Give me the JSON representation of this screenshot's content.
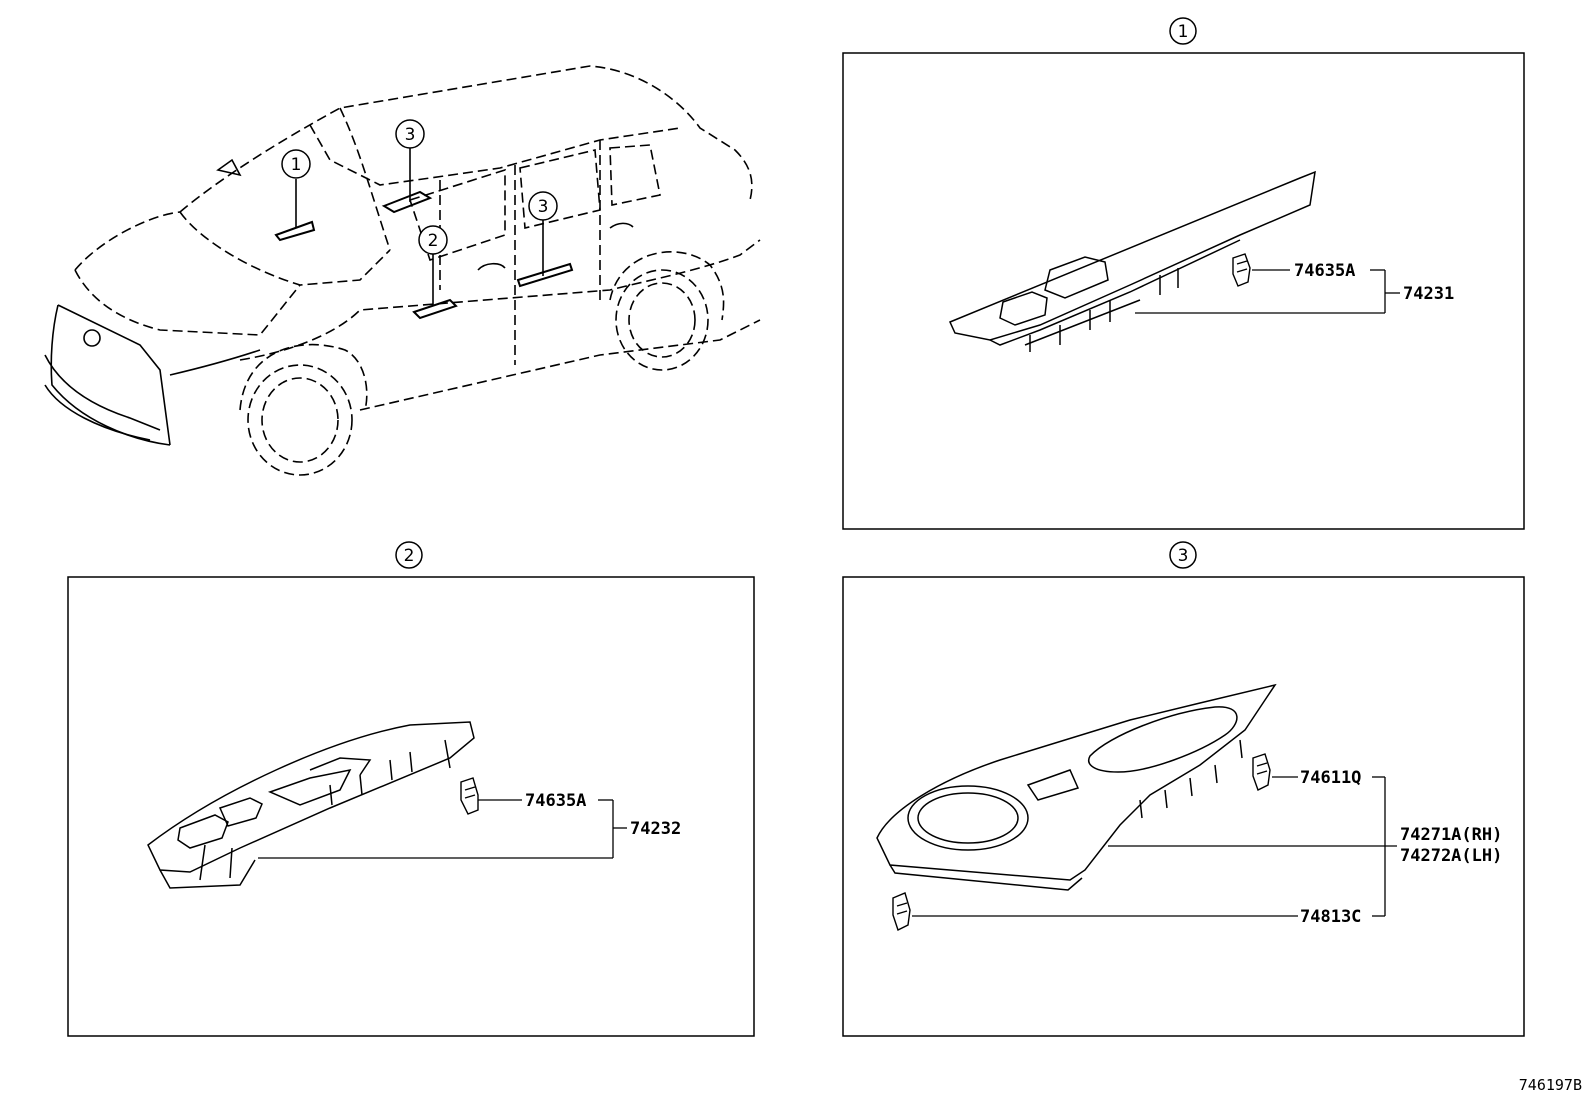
{
  "callouts": {
    "one": "1",
    "two": "2",
    "three": "3"
  },
  "panel_one": {
    "parts": {
      "clip": "74635A",
      "assembly": "74231"
    }
  },
  "panel_two": {
    "parts": {
      "clip": "74635A",
      "assembly": "74232"
    }
  },
  "panel_three": {
    "parts": {
      "clip": "74611Q",
      "assembly_rh": "74271A(RH)",
      "assembly_lh": "74272A(LH)",
      "lower_clip": "74813C"
    }
  },
  "illustration_id": "746197B"
}
